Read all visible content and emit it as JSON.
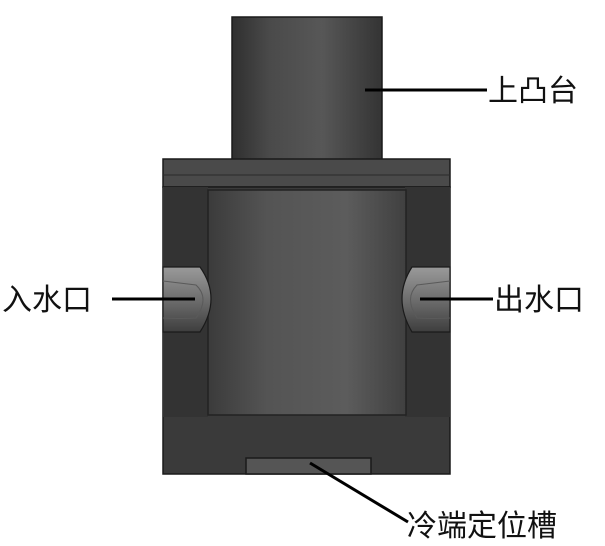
{
  "labels": {
    "upper_boss": "上凸台",
    "inlet": "入水口",
    "outlet": "出水口",
    "cold_end_slot": "冷端定位槽"
  },
  "colors": {
    "background": "#ffffff",
    "body_dark": "#3a3a3a",
    "body_mid": "#4d4d4d",
    "highlight": "#8a8a8a",
    "outline": "#1a1a1a",
    "leader": "#000000"
  }
}
